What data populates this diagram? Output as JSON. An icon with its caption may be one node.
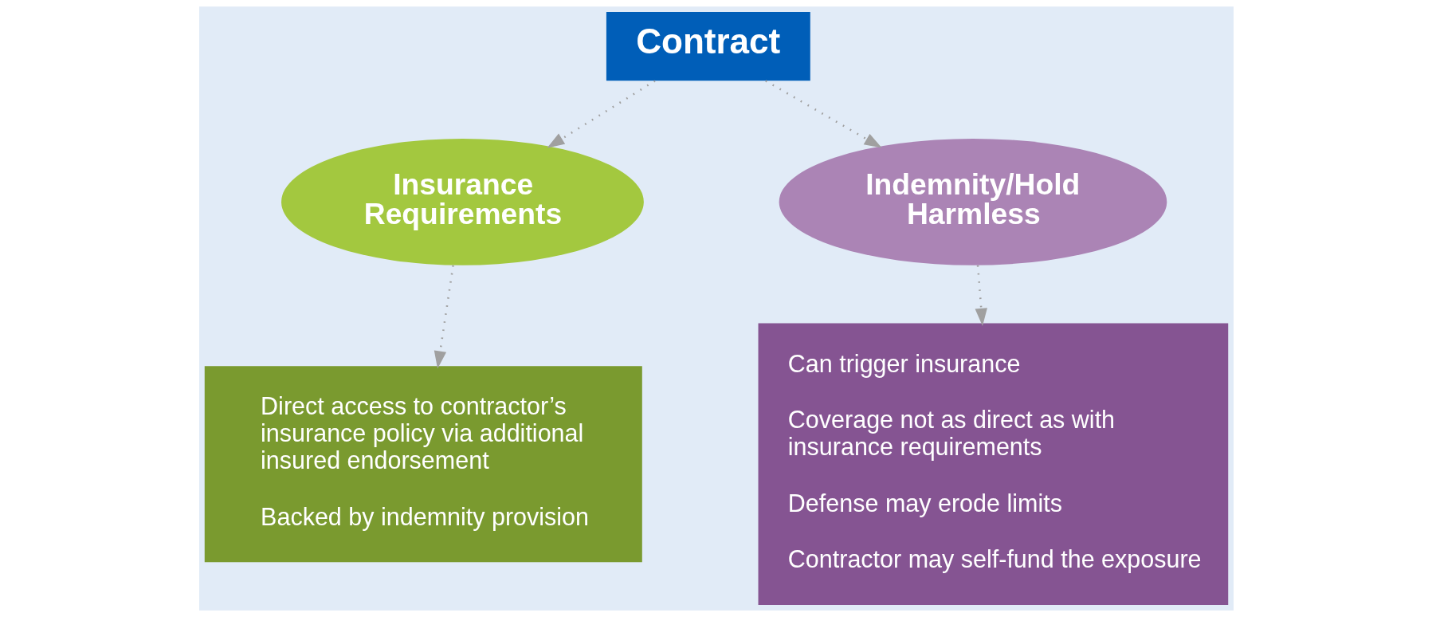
{
  "diagram": {
    "nodes": [
      {
        "text": [
          "Contract"
        ]
      },
      {
        "text": [
          "Insurance Requirements"
        ]
      },
      {
        "text": [
          "Indemnity/Hold Harmless"
        ]
      },
      {
        "text": [
          "Direct access to contractor’s insurance policy via additional insured endorsement",
          "Backed by indemnity provision"
        ]
      },
      {
        "text": [
          "Can trigger insurance",
          "Coverage not as direct as with insurance requirements",
          "Defense may erode limits",
          "Contractor may self-fund the exposure"
        ]
      }
    ],
    "edges": [
      {
        "from": 0,
        "to": 1,
        "arrow": "to"
      },
      {
        "from": 0,
        "to": 2,
        "arrow": "to"
      },
      {
        "from": 1,
        "to": 3,
        "arrow": "to"
      },
      {
        "from": 2,
        "to": 4,
        "arrow": "to"
      }
    ]
  }
}
